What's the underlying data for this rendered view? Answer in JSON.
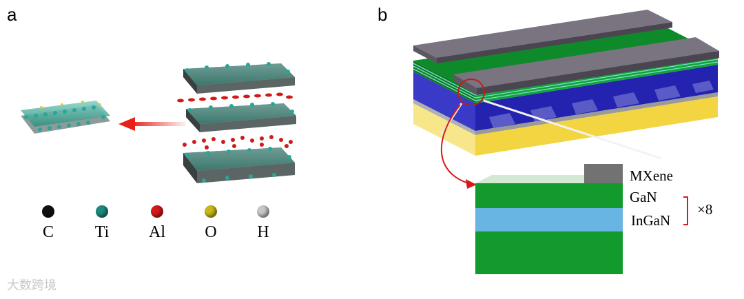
{
  "panels": {
    "a_label": "a",
    "b_label": "b"
  },
  "legend": [
    {
      "symbol": "C",
      "color": "#111111"
    },
    {
      "symbol": "Ti",
      "color": "#1c8a7c"
    },
    {
      "symbol": "Al",
      "color": "#d11a1a"
    },
    {
      "symbol": "O",
      "color": "#c9b81a"
    },
    {
      "symbol": "H",
      "color": "#c7c7c7"
    }
  ],
  "layers": {
    "mxene": "MXene",
    "gan": "GaN",
    "ingan": "InGaN",
    "repeat": "×8"
  },
  "colors": {
    "arrow": "#e8201a",
    "mxene": "#6e6e6e",
    "gan": "#149a2e",
    "ingan": "#67b3e0",
    "substrate": "#f7e35a",
    "sapphire_blue": "#2a2ab8"
  },
  "watermark": "大数跨境"
}
